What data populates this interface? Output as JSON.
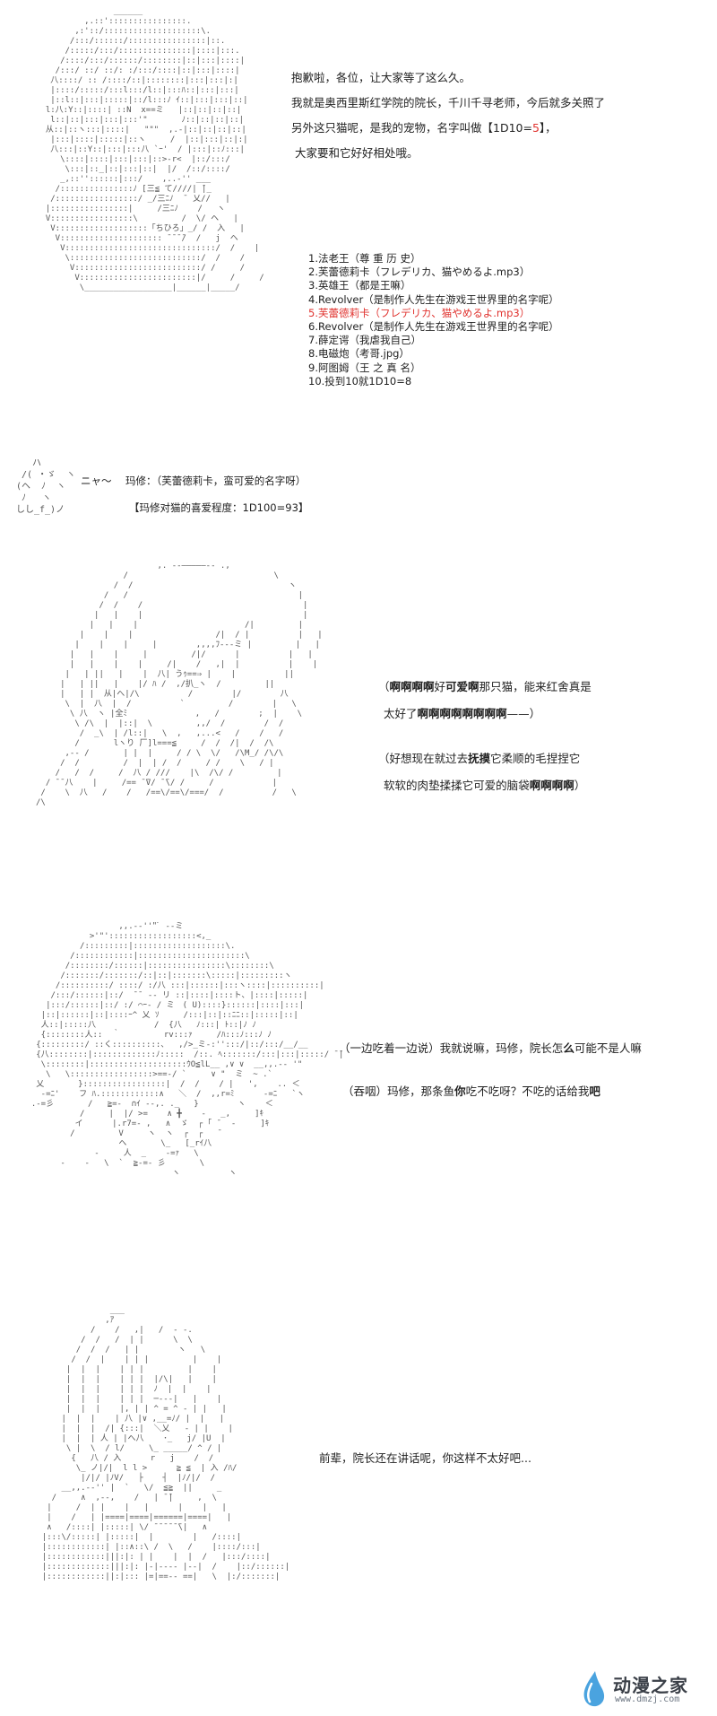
{
  "section1": {
    "intro_lines": [
      "抱歉啦，各位，让大家等了这么久。",
      "我就是奥西里斯红学院的院长，千川千寻老师，今后就多关照了",
      "另外这只猫呢，是我的宠物，名字叫做【1D10=5】，",
      "大家要和它好好相处哦。"
    ],
    "dice_result": "5",
    "options": [
      "1.法老王（尊 重 历 史）",
      "2.芙蕾德莉卡（フレデリカ、猫やめるよ.mp3）",
      "3.英雄王（都是王嘛）",
      "4.Revolver（是制作人先生在游戏王世界里的名字呢）",
      "5.芙蕾德莉卡（フレデリカ、猫やめるよ.mp3）",
      "6.Revolver（是制作人先生在游戏王世界里的名字呢）",
      "7.薛定谔（我虐我自己）",
      "8.电磁炮（考哥.jpg）",
      "9.阿图姆（王 之 真 名）",
      "10.投到10就1D10=8"
    ],
    "highlight_index": 4
  },
  "section2": {
    "cat_sound": "ニャ～",
    "speech": "玛修：（芙蕾德莉卡，蛮可爱的名字呀）",
    "roll": "【玛修对猫的喜爱程度：1D100=93】"
  },
  "section3": {
    "lines": [
      "（啊啊啊啊好可爱啊那只猫，能来红舍真是",
      "太好了啊啊啊啊啊啊啊啊——）",
      "（好想现在就过去抚摸它柔顺的毛捏捏它",
      "软软的肉垫揉揉它可爱的脑袋啊啊啊啊）"
    ]
  },
  "section4": {
    "lines": [
      "（一边吃着一边说）我就说嘛，玛修，院长怎么可能不是人嘛",
      "（吞咽）玛修，那条鱼你吃不吃呀？不吃的话给我吧"
    ]
  },
  "section5": {
    "lines": [
      "前辈，院长还在讲话呢，你这样不太好吧..."
    ]
  },
  "watermark": {
    "brand": "动漫之家",
    "url": "www.dmzj.com"
  }
}
